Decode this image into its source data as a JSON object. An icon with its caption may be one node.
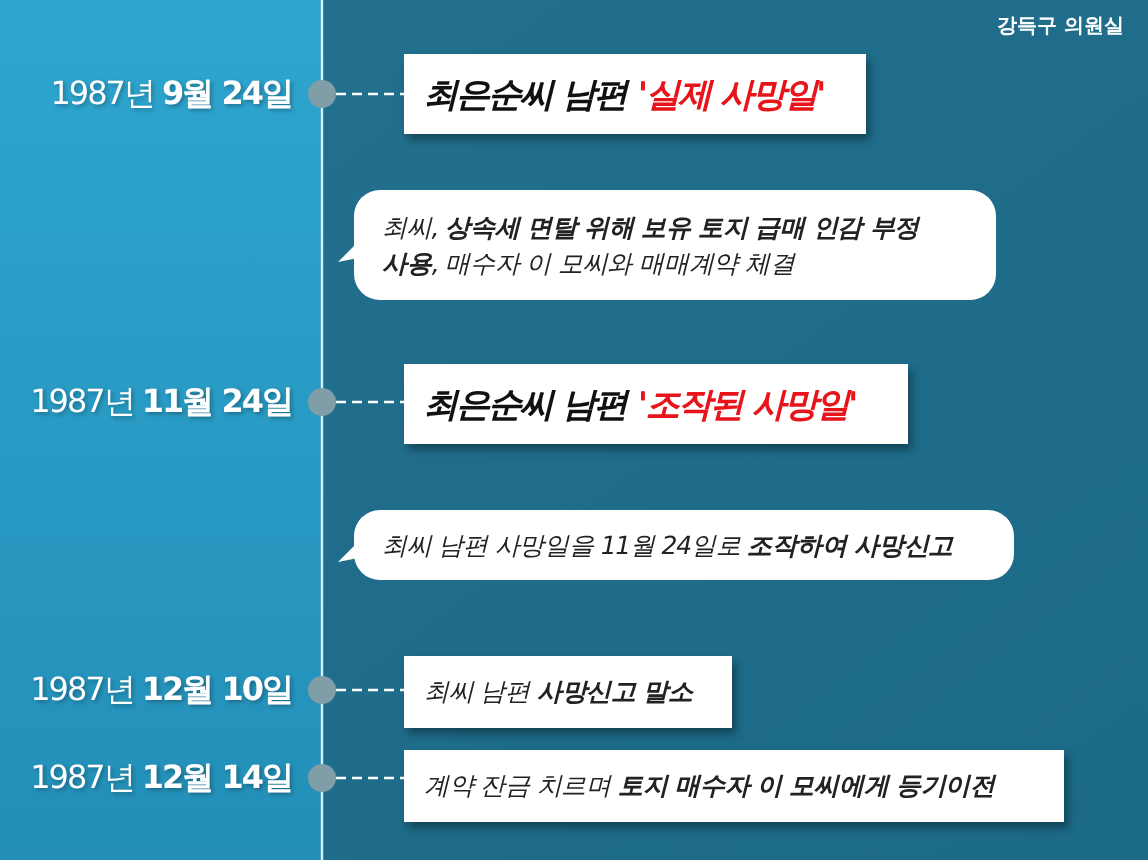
{
  "diagram": {
    "nodes": [
      {
        "text": [],
        "shape": "circle",
        "beside": [
          "1987년 **9월 24일**"
        ]
      },
      {
        "text": [
          "최은순씨 남편",
          "'실제 사망일'"
        ]
      },
      {
        "text": [
          "최씨, **상속세 면탈 위해 보유 토지 급매 인감 부정사용**, 매수자 이 모씨와 매매계약 체결"
        ]
      },
      {
        "text": [],
        "shape": "circle",
        "beside": [
          "1987년 **11월 24일**"
        ]
      },
      {
        "text": [
          "최은순씨 남편",
          "'조작된 사망일'"
        ]
      },
      {
        "text": [
          "최씨 남편 사망일을 11월 24일로 **조작하여 사망신고**"
        ]
      },
      {
        "text": [],
        "shape": "circle",
        "beside": [
          "1987년 **12월 10일**"
        ]
      },
      {
        "text": [
          "최씨 남편 **사망신고 말소**"
        ]
      },
      {
        "text": [],
        "shape": "circle",
        "beside": [
          "1987년 **12월 14일**"
        ]
      },
      {
        "text": [
          "계약 잔금 치르며 **토지 매수자 이 모씨에게 등기이전**"
        ]
      }
    ],
    "edges": [
      {
        "from": 0,
        "to": 1,
        "arrow": "none",
        "style": "dashed"
      },
      {
        "from": 3,
        "to": 4,
        "arrow": "none",
        "style": "dashed"
      },
      {
        "from": 6,
        "to": 7,
        "arrow": "none",
        "style": "dashed"
      },
      {
        "from": 8,
        "to": 9,
        "arrow": "none",
        "style": "dashed"
      }
    ],
    "labels": [
      "강득구 의원실"
    ]
  }
}
